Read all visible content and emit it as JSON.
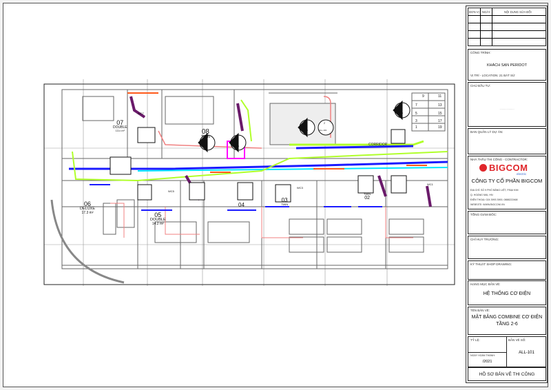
{
  "plan": {
    "rooms": [
      {
        "num": "08",
        "type": "TWIN"
      },
      {
        "num": "07",
        "type": "DOUBLE",
        "area": "13.x m²"
      },
      {
        "num": "06",
        "type": "DELUXE",
        "area": "17.3 m²"
      },
      {
        "num": "05",
        "type": "DOUBLE",
        "area": "14.2 m²"
      },
      {
        "num": "04",
        "type": ""
      },
      {
        "num": "03",
        "type": "TWIN"
      },
      {
        "num": "02",
        "type": "TWIN"
      }
    ],
    "wc_labels": [
      "WC7",
      "WC5",
      "WC3",
      "WC1"
    ],
    "corridor": "CORRIDOR",
    "section_markers": [
      {
        "num": "5",
        "ref": "ALL-101"
      },
      {
        "num": "6",
        "ref": "ALL-101"
      },
      {
        "num": "3",
        "ref": "ALL-101"
      },
      {
        "num": "2",
        "ref": "ALL-101"
      },
      {
        "num": "1",
        "ref": "ALL-101"
      }
    ],
    "stair_numbers": [
      "9",
      "11",
      "7",
      "13",
      "5",
      "15",
      "3",
      "17",
      "1",
      "19"
    ]
  },
  "title_block": {
    "revision_headers": [
      "ĐƠN VỊ",
      "NGÀY",
      "NỘI DUNG SỬA ĐỔI"
    ],
    "project_label": "CÔNG TRÌNH:",
    "project_name": "KHÁCH SẠN PERIDOT",
    "location": "VỊ TRÍ - LOCATION: 21 BÁT SỨ",
    "owner_label": "CHỦ ĐẦU TƯ:",
    "owner_value": "...................",
    "pm_label": "BAN QUẢN LÝ DỰ ÁN:",
    "contractor_label": "NHÀ THẦU THI CÔNG - CONTRACTOR:",
    "logo_text": "BIGCOM",
    "logo_sub": "electric",
    "company": "CÔNG TY CỔ PHẦN BIGCOM",
    "address1": "ĐỊA CHỈ: SỐ 9 PHỐ BẰNG LIỆT, P.BẠI KIM",
    "address2": "Q. HOÀNG MAI, HN",
    "phone": "ĐIỆN THOẠI: 024 3993 3900, 0888222468",
    "website": "WEBSITE: WWW.BIGCOM.VN",
    "director_label": "TỔNG GIÁM ĐỐC:",
    "site_manager_label": "CHỈ HUY TRƯỞNG:",
    "shop_drawing_label": "KỸ THUẬT SHOP DRAWING:",
    "category_label": "HẠNG MỤC BẢN VẼ:",
    "category": "HỆ THỐNG CƠ ĐIỆN",
    "drawing_name_label": "TÊN BẢN VẼ:",
    "drawing_name1": "MẶT BẰNG COMBINE CƠ ĐIỆN",
    "drawing_name2": "TẦNG 2-6",
    "scale_label": "TỶ LỆ:",
    "drawing_no_label": "BẢN VẼ SỐ:",
    "drawing_no": "ALL-101",
    "date_label": "NGÀY HOÀN THÀNH:",
    "date": "/2021",
    "dossier": "HỒ SƠ BẢN VẼ THI CÔNG"
  },
  "colors": {
    "brand": "#e0262b",
    "pipe_blue": "#1a1aff",
    "pipe_green": "#b0ff2a",
    "pipe_purple": "#6a1a6a",
    "pipe_red": "#ff5a1a",
    "pipe_pink": "#f08080",
    "cyan": "#00e5ff"
  }
}
